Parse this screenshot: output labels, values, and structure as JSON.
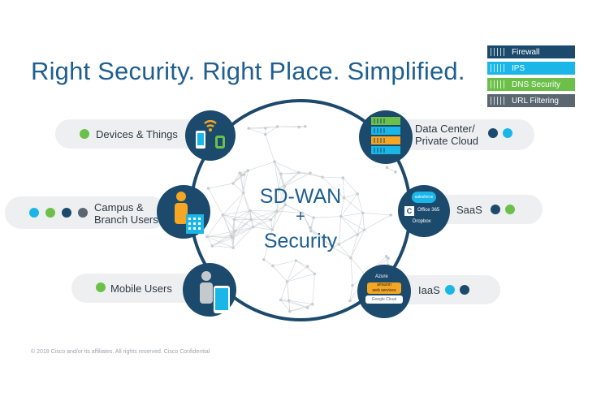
{
  "title": "Right Security. Right Place. Simplified.",
  "legend": [
    {
      "label": "Firewall",
      "color": "#1c4a6c"
    },
    {
      "label": "IPS",
      "color": "#1ab6e8"
    },
    {
      "label": "DNS Security",
      "color": "#6cc04a"
    },
    {
      "label": "URL Filtering",
      "color": "#5b6770"
    }
  ],
  "center": {
    "line1": "SD-WAN",
    "line2": "+",
    "line3": "Security"
  },
  "left_items": [
    {
      "label": "Devices & Things",
      "dots": [
        "#6cc04a"
      ]
    },
    {
      "label": "Campus &\nBranch Users",
      "dots": [
        "#1ab6e8",
        "#6cc04a",
        "#1c4a6c",
        "#5b6770"
      ]
    },
    {
      "label": "Mobile Users",
      "dots": [
        "#6cc04a"
      ]
    }
  ],
  "right_items": [
    {
      "label": "Data Center/\nPrivate Cloud",
      "dots": [
        "#1c4a6c",
        "#1ab6e8"
      ]
    },
    {
      "label": "SaaS",
      "dots": [
        "#1c4a6c",
        "#6cc04a"
      ]
    },
    {
      "label": "IaaS",
      "dots": [
        "#1ab6e8",
        "#1c4a6c"
      ]
    }
  ],
  "saas_logos": {
    "salesforce": "salesforce",
    "office": "Office 365",
    "dropbox": "Dropbox"
  },
  "iaas_logos": {
    "azure": "Azure",
    "amazon": "amazon",
    "aws": "web services",
    "google": "Google Cloud"
  },
  "footer": "© 2018  Cisco and/or its affiliates. All rights reserved.   Cisco Confidential"
}
